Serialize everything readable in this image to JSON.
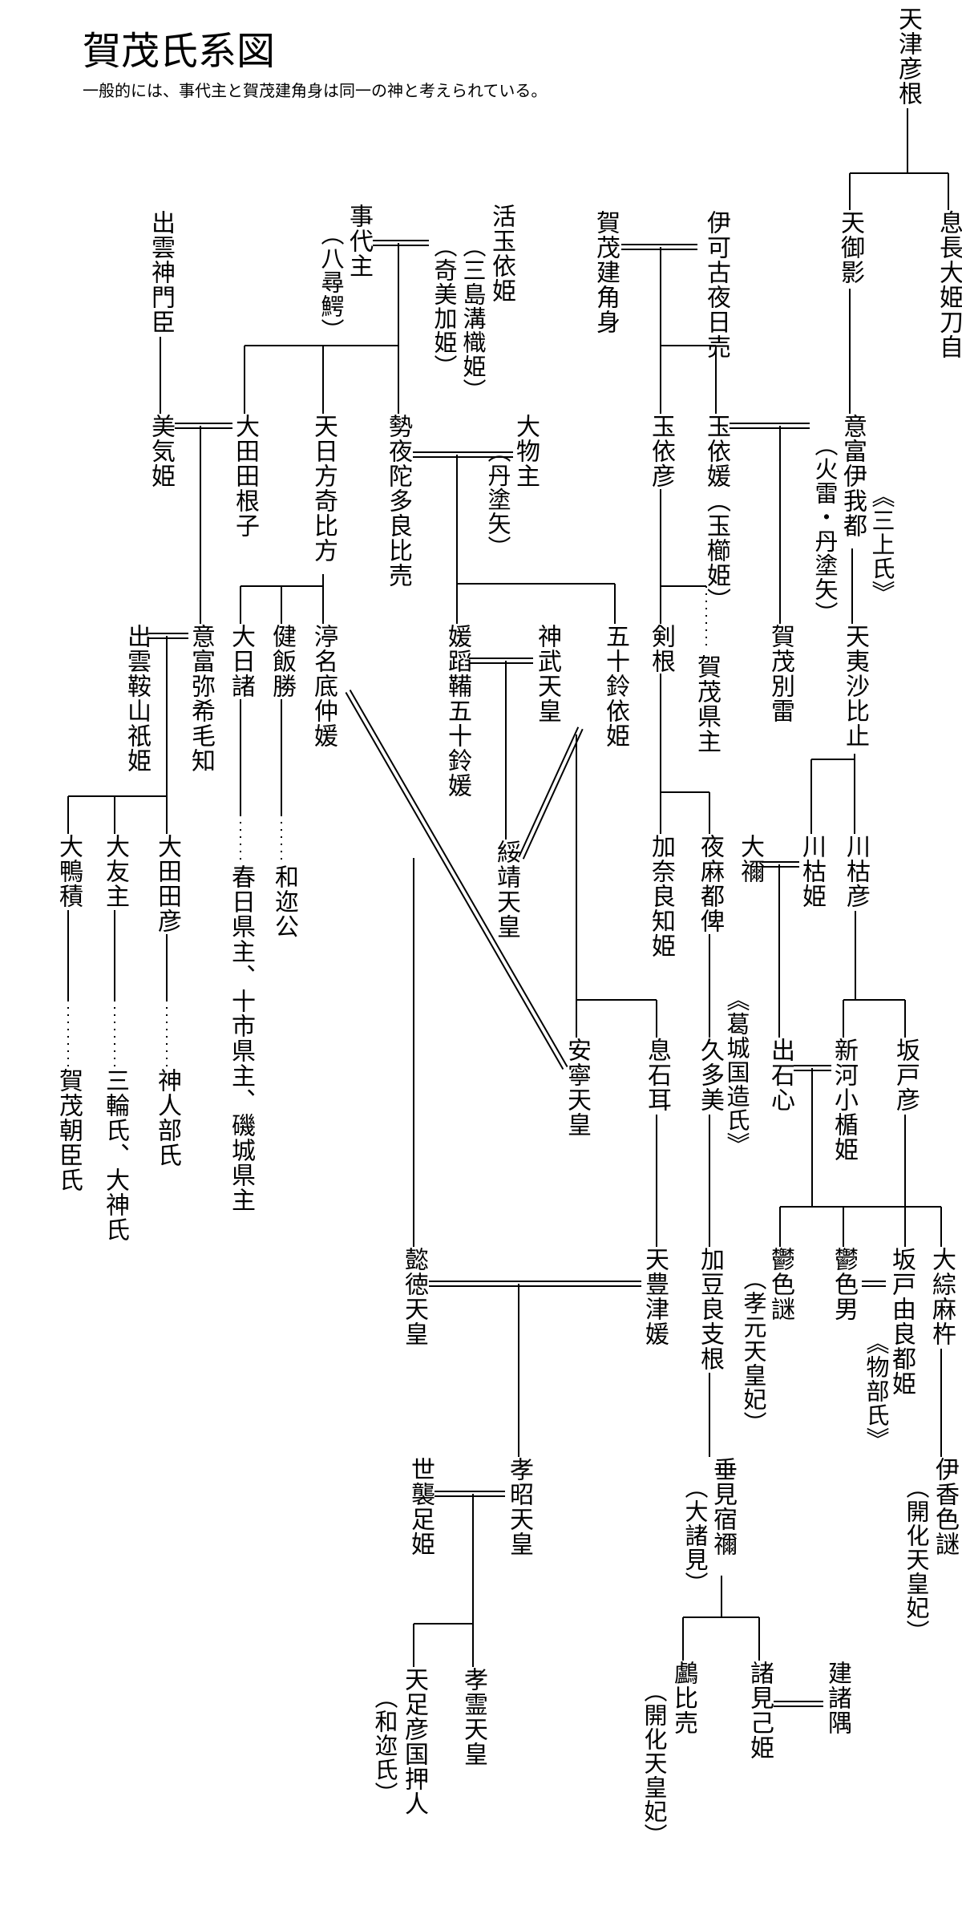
{
  "title": "賀茂氏系図",
  "subtitle": "一般的には、事代主と賀茂建角身は同一の神と考えられている。",
  "people": [
    "天津彦根",
    "天御影",
    "息長大姫刀自",
    "伊可古夜日売",
    "賀茂建角身",
    "活玉依姫",
    "（三島溝樴姫）",
    "（奇美加姫）",
    "事代主",
    "（八尋鰐）",
    "出雲神門臣",
    "美気姫",
    "大田田根子",
    "天日方奇比方",
    "勢夜陀多良比売",
    "大物主",
    "（丹塗矢）",
    "玉依彦",
    "玉依媛（玉櫛姫）",
    "意富伊我都",
    "（火雷・丹塗矢）",
    "《三上氏》",
    "渟名底仲媛",
    "健飯勝",
    "大日諸",
    "意富弥希毛知",
    "出雲鞍山祇姫",
    "媛蹈鞴五十鈴媛",
    "神武天皇",
    "五十鈴依姫",
    "剣根",
    "賀茂県主",
    "賀茂別雷",
    "天夷沙比止",
    "大鴨積",
    "大友主",
    "大田田彦",
    "春日県主、十市県主、磯城県主",
    "和迩公",
    "綏靖天皇",
    "加奈良知姫",
    "夜麻都俾",
    "大禰",
    "川枯姫",
    "川枯彦",
    "安寧天皇",
    "息石耳",
    "久多美",
    "《葛城国造氏》",
    "出石心",
    "新河小楯姫",
    "坂戸彦",
    "賀茂朝臣氏",
    "三輪氏、大神氏",
    "神人部氏",
    "懿徳天皇",
    "天豊津媛",
    "加豆良支根",
    "鬱色謎",
    "（孝元天皇妃）",
    "鬱色男",
    "坂戸由良都姫",
    "《物部氏》",
    "大綜麻杵",
    "孝昭天皇",
    "世襲足姫",
    "垂見宿禰",
    "（大諸見）",
    "伊香色謎",
    "（開化天皇妃）",
    "天足彦国押人",
    "（和迩氏）",
    "孝霊天皇",
    "鸕比売",
    "（開化天皇妃）",
    "諸見己姫",
    "建諸隅"
  ],
  "colors": {
    "ink": "#000000",
    "background": "#ffffff"
  }
}
